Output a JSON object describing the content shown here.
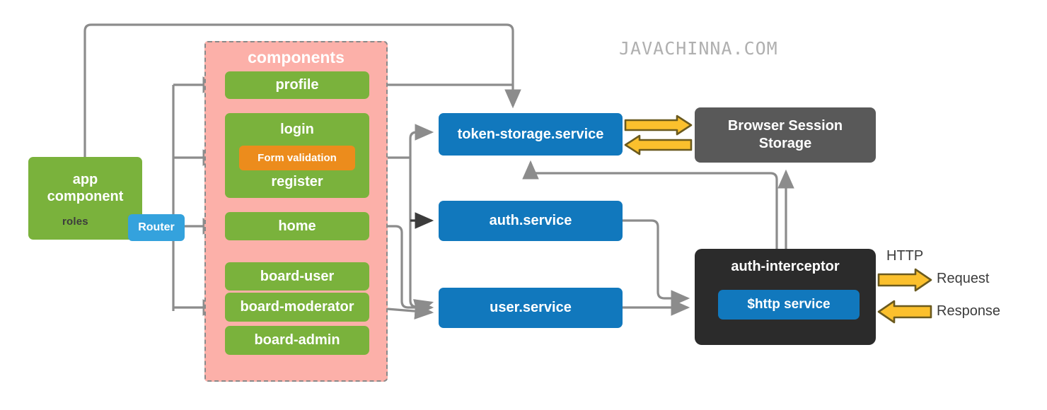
{
  "watermark": "JAVACHINNA.COM",
  "app": {
    "title_line1": "app",
    "title_line2": "component",
    "roles_label": "roles",
    "router_label": "Router"
  },
  "components_group": {
    "title": "components",
    "items": [
      {
        "label": "profile",
        "color": "#7ab23c"
      },
      {
        "label": "login",
        "color": "#7ab23c"
      },
      {
        "label": "Form validation",
        "color": "#ec8c1c"
      },
      {
        "label": "register",
        "color": "#7ab23c"
      },
      {
        "label": "home",
        "color": "#7ab23c"
      },
      {
        "label": "board-user",
        "color": "#7ab23c"
      },
      {
        "label": "board-moderator",
        "color": "#7ab23c"
      },
      {
        "label": "board-admin",
        "color": "#7ab23c"
      }
    ]
  },
  "services": [
    {
      "label": "token-storage.service",
      "color": "#1178bd"
    },
    {
      "label": "auth.service",
      "color": "#1178bd"
    },
    {
      "label": "user.service",
      "color": "#1178bd"
    }
  ],
  "storage": {
    "line1": "Browser Session",
    "line2": "Storage",
    "color": "#595959"
  },
  "interceptor": {
    "title": "auth-interceptor",
    "inner_label": "$http service",
    "color": "#2b2b2b",
    "inner_color": "#1178bd"
  },
  "http": {
    "title": "HTTP",
    "request_label": "Request",
    "response_label": "Response",
    "arrow_color": "#fbc02d"
  },
  "palette": {
    "green": "#7ab23c",
    "blue": "#1178bd",
    "orange": "#ec8c1c",
    "pink": "#fcb0a9",
    "router_blue": "#34a2dd",
    "wire": "#8c8c8c",
    "wire_dark": "#3c3c3c"
  }
}
